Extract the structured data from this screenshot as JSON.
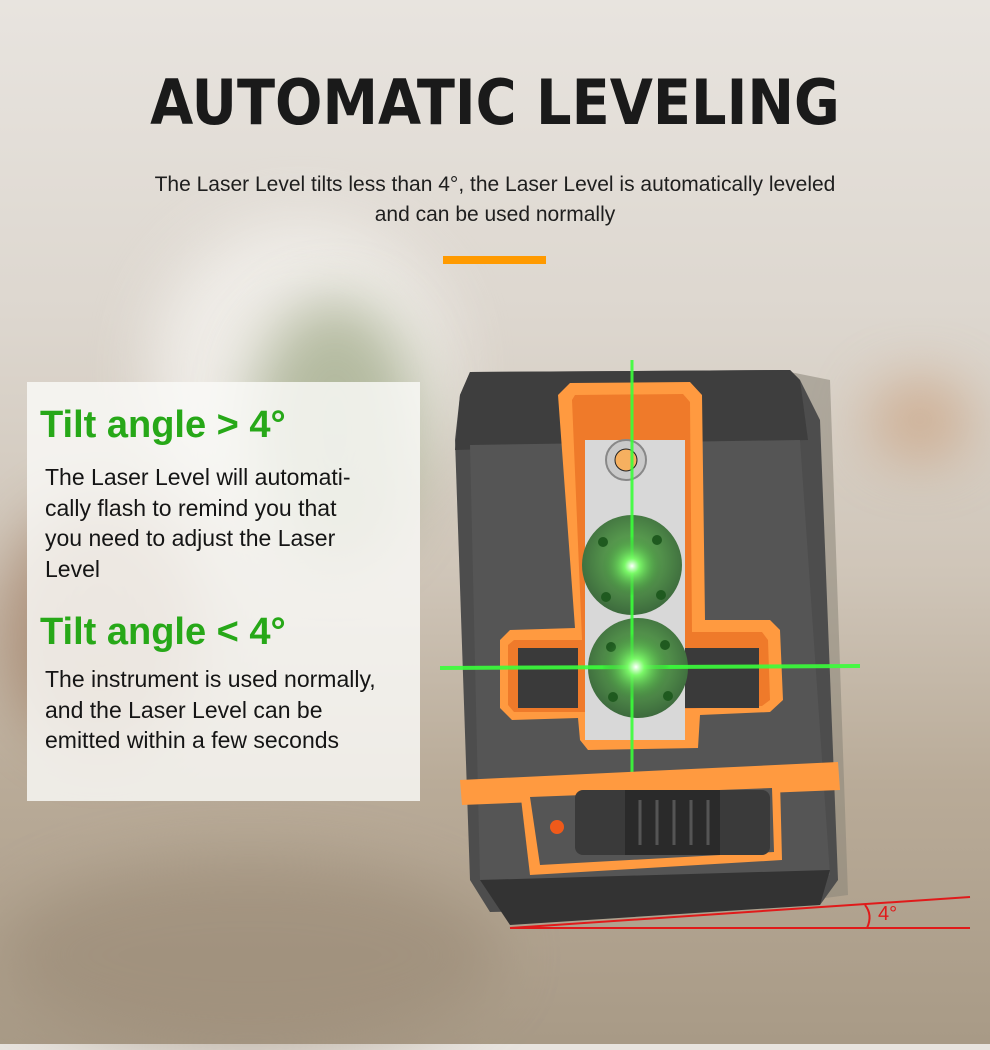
{
  "header": {
    "title": "AUTOMATIC LEVELING",
    "subtitle_line1": "The Laser Level tilts less than 4°, the Laser Level is automatically leveled",
    "subtitle_line2": "and can be used normally",
    "accent_color": "#ff9a00"
  },
  "panel": {
    "sections": [
      {
        "heading": "Tilt angle > 4°",
        "lines": [
          "The Laser Level will automati-",
          "cally flash to remind you that",
          "you need to adjust the Laser",
          "Level"
        ]
      },
      {
        "heading": "Tilt angle < 4°",
        "lines": [
          "The instrument is used normally,",
          "and the Laser Level can be",
          "emitted within a few seconds"
        ]
      }
    ],
    "heading_color": "#27a818"
  },
  "diagram": {
    "angle_label": "4°",
    "line_color": "#e01a1a",
    "laser_color": "#3aff3a",
    "device_orange": "#ff9a40",
    "device_body": "#4a4a4a"
  }
}
